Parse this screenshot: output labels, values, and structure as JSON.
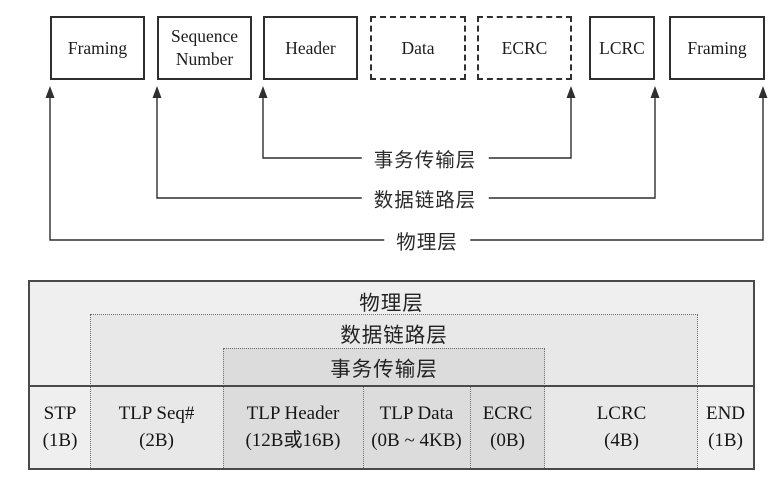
{
  "diagram": {
    "boxes": [
      {
        "label": "Framing"
      },
      {
        "label": "Sequence Number"
      },
      {
        "label": "Header"
      },
      {
        "label": "Data"
      },
      {
        "label": "ECRC"
      },
      {
        "label": "LCRC"
      },
      {
        "label": "Framing"
      }
    ],
    "layer_brackets": [
      {
        "label": "事务传输层"
      },
      {
        "label": "数据链路层"
      },
      {
        "label": "物理层"
      }
    ]
  },
  "table": {
    "layer_headers": {
      "physical": "物理层",
      "data_link": "数据链路层",
      "transaction": "事务传输层"
    },
    "cells": [
      {
        "name": "STP",
        "size": "(1B)"
      },
      {
        "name": "TLP Seq#",
        "size": "(2B)"
      },
      {
        "name": "TLP Header",
        "size": "(12B或16B)"
      },
      {
        "name": "TLP Data",
        "size": "(0B ~ 4KB)"
      },
      {
        "name": "ECRC",
        "size": "(0B)"
      },
      {
        "name": "LCRC",
        "size": "(4B)"
      },
      {
        "name": "END",
        "size": "(1B)"
      }
    ]
  },
  "colors": {
    "line": "#2f2f2f",
    "table_border": "#4a4a4a",
    "physical_bg": "#efefef",
    "data_link_bg": "#e8e8e8",
    "transaction_bg": "#dcdcdc"
  }
}
